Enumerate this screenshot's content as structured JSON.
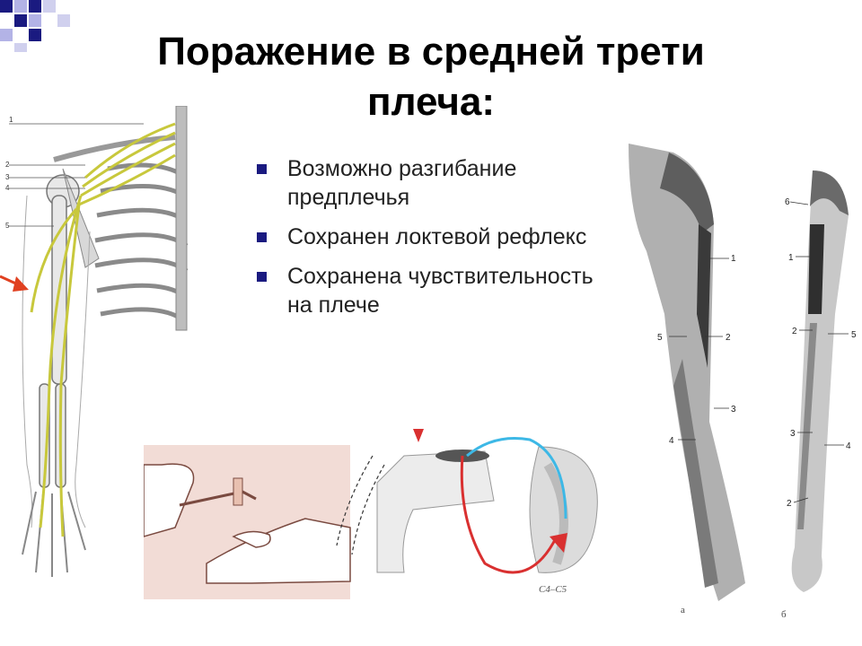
{
  "slide": {
    "title_line1": "Поражение в средней трети",
    "title_line2": "плеча:",
    "bullets": [
      {
        "text": "Возможно разгибание предплечья"
      },
      {
        "text": "Сохранен локтевой рефлекс"
      },
      {
        "text": "Сохранена чувствительность на плече"
      }
    ]
  },
  "anatomy_figure": {
    "labels": [
      "1",
      "2",
      "3",
      "4",
      "5"
    ]
  },
  "reflex_figure": {
    "segment_label": "C4–C5"
  },
  "arms_figure": {
    "arm_a_labels": [
      "1",
      "2",
      "3",
      "4",
      "5"
    ],
    "arm_b_labels": [
      "6",
      "1",
      "2",
      "5",
      "3",
      "4",
      "2"
    ],
    "caption_a": "а",
    "caption_b": "б"
  },
  "colors": {
    "title": "#000000",
    "bullet_marker": "#1a1a80",
    "corner_navy": "#1a1a80",
    "corner_lavender": "#b3b3e6",
    "nerve": "#c8c83c",
    "arrow": "#e04020",
    "reflex_blue": "#3db8e6",
    "reflex_red": "#d93030"
  }
}
